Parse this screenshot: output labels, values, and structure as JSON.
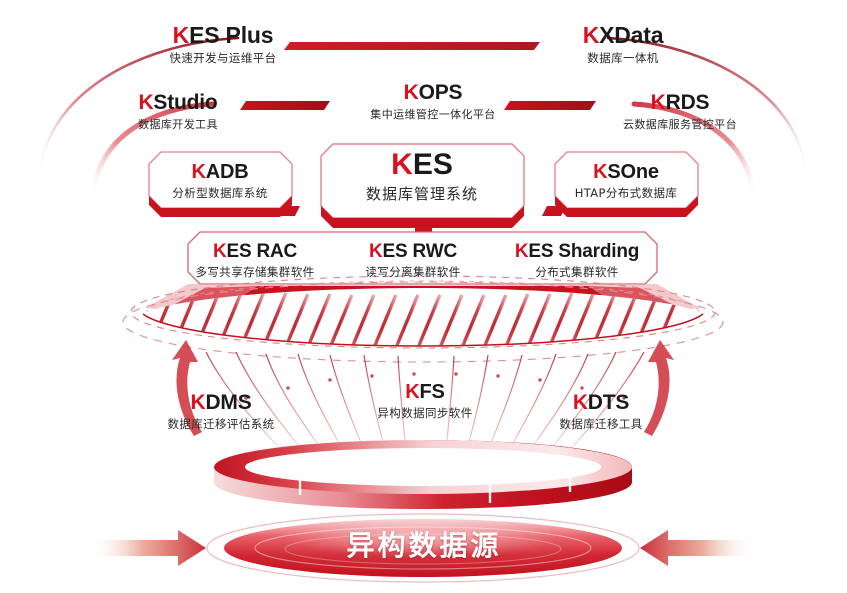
{
  "diagram": {
    "title": "KES 数据库产品体系架构图",
    "brand_red": "#d9121f",
    "deep_red": "#b4151e",
    "light_red": "#e8868a",
    "text_dark": "#1a1a1a"
  },
  "tier_platform": [
    {
      "id": "kesplus",
      "logo_k": "K",
      "name": "ES Plus",
      "full_name": "KES Plus",
      "desc": "快速开发与运维平台"
    },
    {
      "id": "kxdata",
      "logo_k": "K",
      "name": "XData",
      "full_name": "KXData",
      "desc": "数据库一体机"
    }
  ],
  "tier_tools": [
    {
      "id": "kstudio",
      "logo_k": "K",
      "name": "Studio",
      "full_name": "KStudio",
      "desc": "数据库开发工具"
    },
    {
      "id": "kops",
      "logo_k": "K",
      "name": "OPS",
      "full_name": "KOPS",
      "desc": "集中运维管控一体化平台"
    },
    {
      "id": "krds",
      "logo_k": "K",
      "name": "RDS",
      "full_name": "KRDS",
      "desc": "云数据库服务管控平台"
    }
  ],
  "tier_cards": [
    {
      "id": "kadb",
      "logo_k": "K",
      "name": "ADB",
      "full_name": "KADB",
      "desc": "分析型数据库系统"
    },
    {
      "id": "kes",
      "logo_k": "K",
      "name": "ES",
      "full_name": "KES",
      "desc": "数据库管理系统",
      "hero": true
    },
    {
      "id": "ksone",
      "logo_k": "K",
      "name": "SOne",
      "full_name": "KSOne",
      "desc": "HTAP分布式数据库"
    }
  ],
  "tier_cluster": [
    {
      "id": "kesrac",
      "logo_k": "K",
      "name": "ES RAC",
      "full_name": "KES RAC",
      "desc": "多写共享存储集群软件"
    },
    {
      "id": "kesrwc",
      "logo_k": "K",
      "name": "ES RWC",
      "full_name": "KES RWC",
      "desc": "读写分离集群软件"
    },
    {
      "id": "kesshard",
      "logo_k": "K",
      "name": "ES Sharding",
      "full_name": "KES Sharding",
      "desc": "分布式集群软件"
    }
  ],
  "tier_migration": [
    {
      "id": "kdms",
      "logo_k": "K",
      "name": "DMS",
      "full_name": "KDMS",
      "desc": "数据库迁移评估系统"
    },
    {
      "id": "kfs",
      "logo_k": "K",
      "name": "FS",
      "full_name": "KFS",
      "desc": "异构数据同步软件"
    },
    {
      "id": "kdts",
      "logo_k": "K",
      "name": "DTS",
      "full_name": "KDTS",
      "desc": "数据库迁移工具"
    }
  ],
  "data_source": {
    "label": "异构数据源"
  }
}
